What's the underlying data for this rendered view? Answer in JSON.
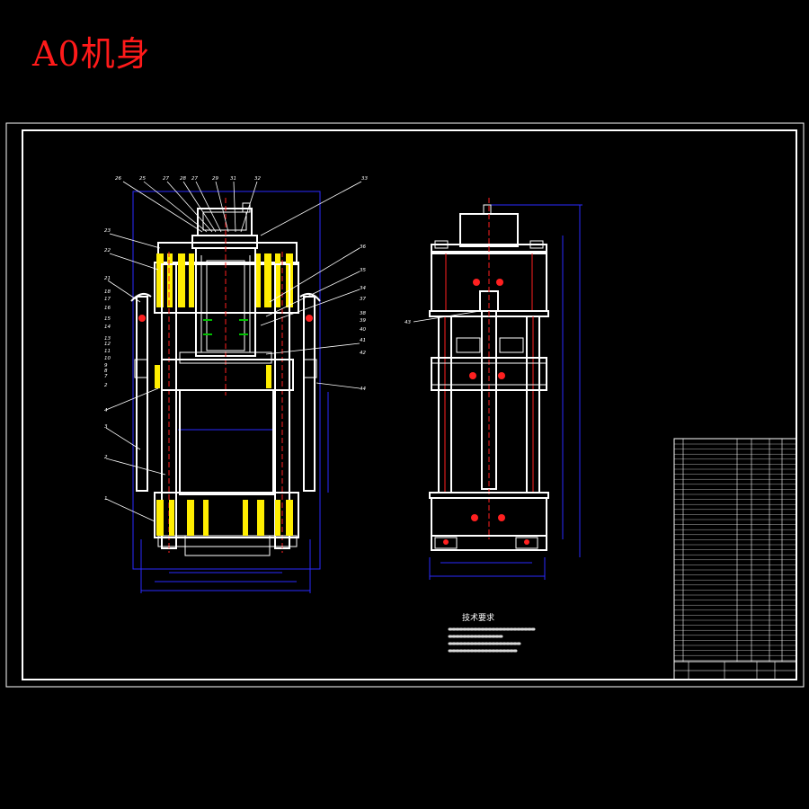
{
  "title": "A0机身",
  "colors": {
    "background": "#000000",
    "title": "#ff1a1a",
    "outline": "#ffffff",
    "dimension": "#2a2aff",
    "centerline": "#ff2020",
    "highlight": "#ffee00",
    "accent_green": "#00c000"
  },
  "front_view": {
    "part_labels_top": [
      "26",
      "25",
      "27",
      "28",
      "27",
      "29",
      "31",
      "32",
      "33"
    ],
    "part_labels_left": [
      "23",
      "22",
      "21",
      "18",
      "17",
      "16",
      "15",
      "14",
      "13",
      "12",
      "11",
      "10",
      "9",
      "8",
      "7",
      "2",
      "4",
      "3",
      "2",
      "1"
    ],
    "part_labels_right": [
      "36",
      "35",
      "34",
      "37",
      "38",
      "39",
      "40",
      "41",
      "42",
      "44"
    ]
  },
  "side_view": {
    "part_labels": [
      "43"
    ]
  },
  "notes": {
    "heading": "技术要求"
  }
}
